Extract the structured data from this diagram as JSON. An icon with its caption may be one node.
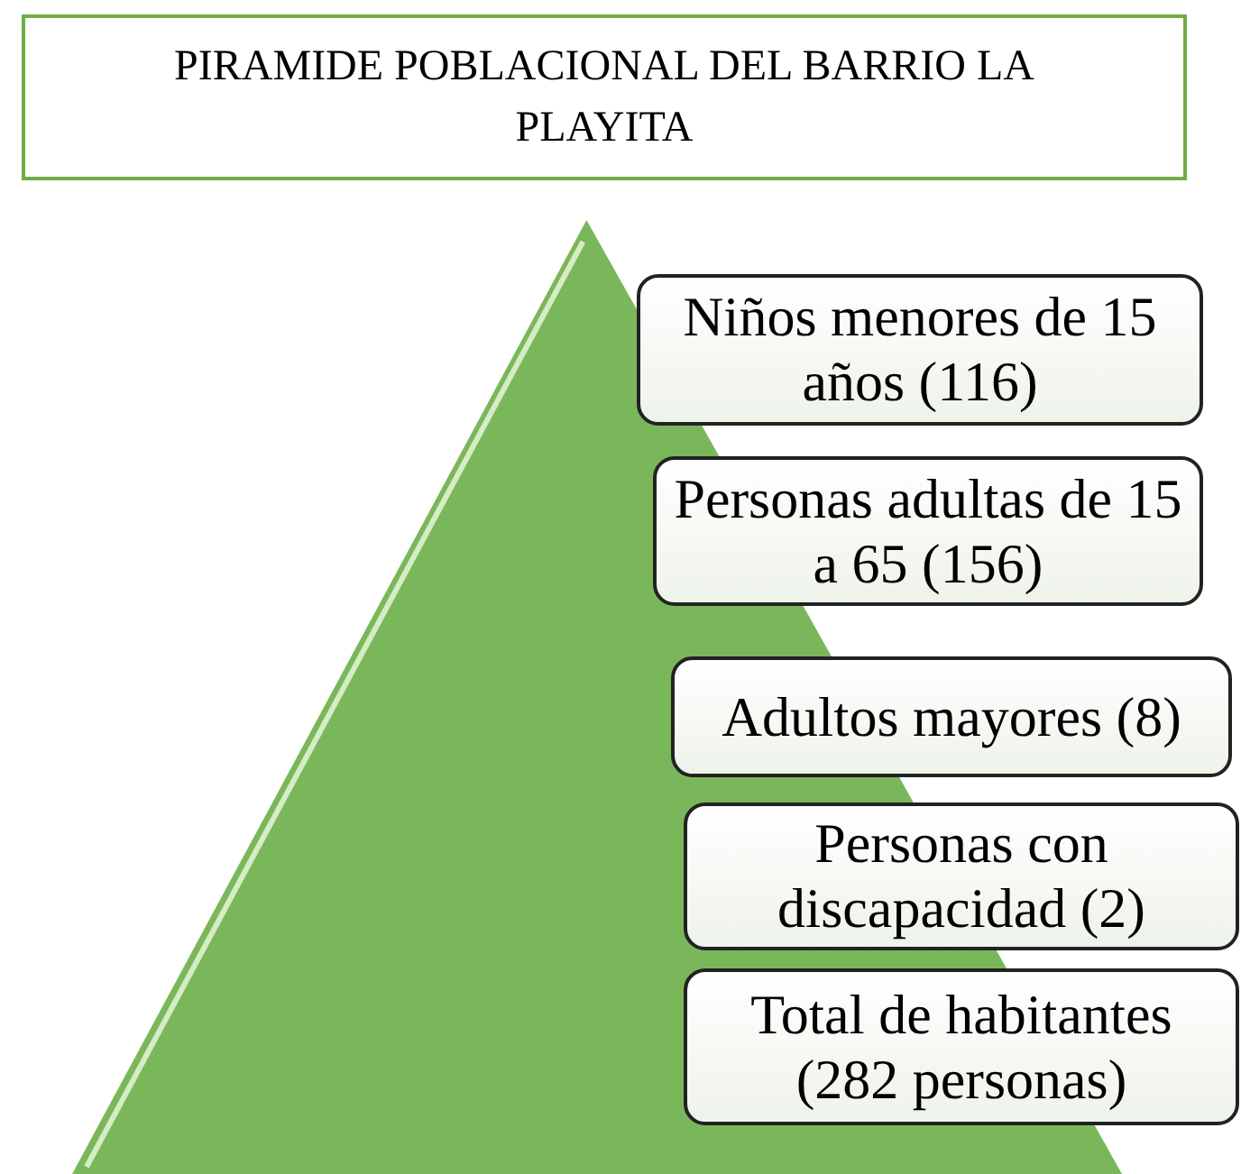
{
  "diagram": {
    "title": "PIRAMIDE POBLACIONAL DEL BARRIO LA PLAYITA",
    "nodes": [
      {
        "text": [],
        "shape": "triangle"
      },
      {
        "text": [
          "Niños menores de 15 años (116)"
        ]
      },
      {
        "text": [
          "Personas adultas de 15 a 65 (156)"
        ]
      },
      {
        "text": [
          "Adultos mayores (8)"
        ]
      },
      {
        "text": [
          "Personas con discapacidad (2)"
        ]
      },
      {
        "text": [
          "Total de habitantes (282 personas)"
        ]
      }
    ],
    "edges": []
  }
}
